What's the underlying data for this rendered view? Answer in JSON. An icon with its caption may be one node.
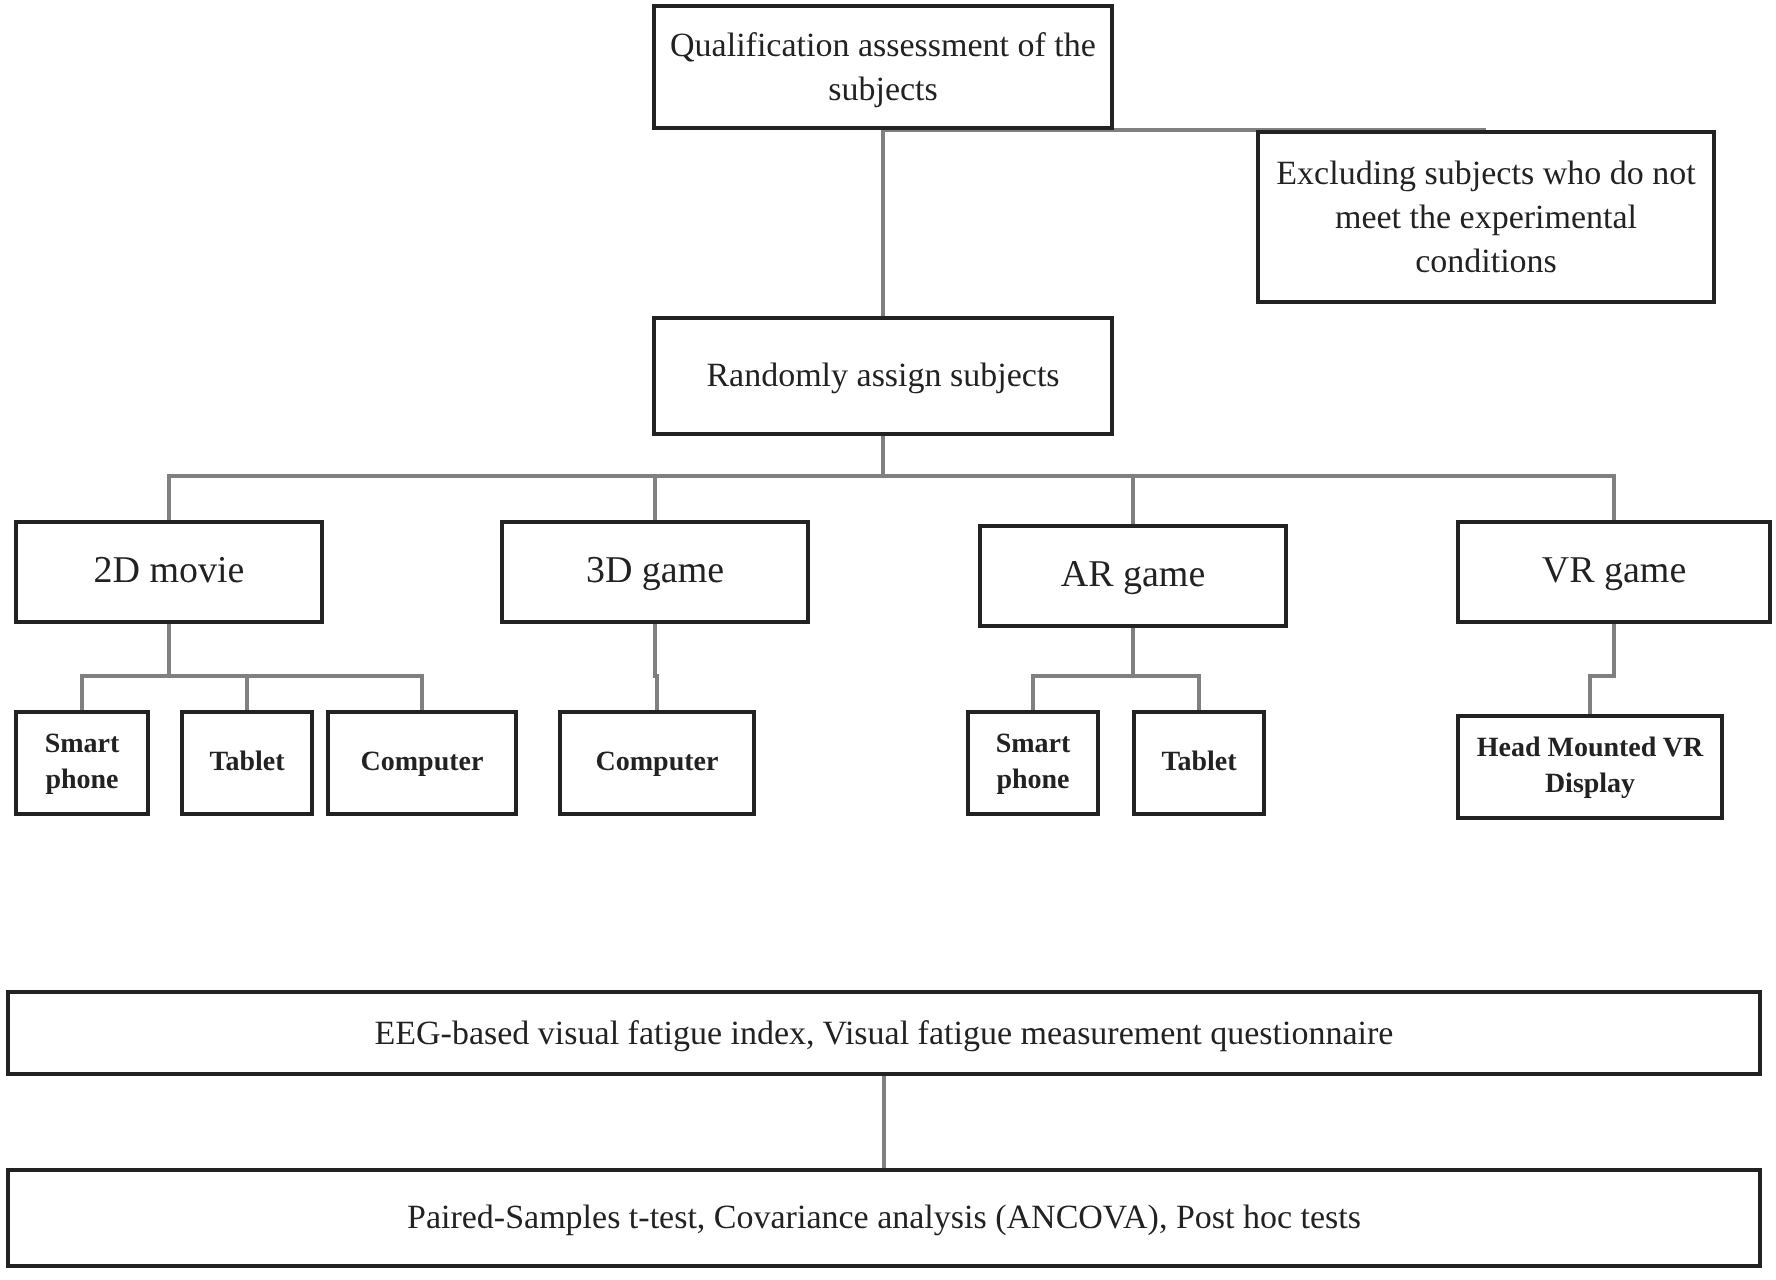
{
  "diagram": {
    "nodes": [
      {
        "text": [
          "Qualification assessment of the subjects"
        ]
      },
      {
        "text": [
          "Excluding subjects who do not meet the experimental conditions"
        ]
      },
      {
        "text": [
          "Randomly assign subjects"
        ]
      },
      {
        "text": [
          "2D movie"
        ]
      },
      {
        "text": [
          "3D game"
        ]
      },
      {
        "text": [
          "AR game"
        ]
      },
      {
        "text": [
          "VR game"
        ]
      },
      {
        "text": [
          "Smart phone"
        ]
      },
      {
        "text": [
          "Tablet"
        ]
      },
      {
        "text": [
          "Computer"
        ]
      },
      {
        "text": [
          "Computer"
        ]
      },
      {
        "text": [
          "Smart phone"
        ]
      },
      {
        "text": [
          "Tablet"
        ]
      },
      {
        "text": [
          "Head Mounted VR Display"
        ]
      },
      {
        "text": [
          "EEG-based visual fatigue index, Visual fatigue measurement questionnaire"
        ]
      },
      {
        "text": [
          "Paired-Samples t-test, Covariance analysis (ANCOVA), Post hoc tests"
        ]
      }
    ],
    "edges": [
      {
        "from": 0,
        "to": 1,
        "arrow": "none"
      },
      {
        "from": 0,
        "to": 2,
        "arrow": "none"
      },
      {
        "from": 2,
        "to": 3,
        "arrow": "none"
      },
      {
        "from": 2,
        "to": 4,
        "arrow": "none"
      },
      {
        "from": 2,
        "to": 5,
        "arrow": "none"
      },
      {
        "from": 2,
        "to": 6,
        "arrow": "none"
      },
      {
        "from": 3,
        "to": 7,
        "arrow": "none"
      },
      {
        "from": 3,
        "to": 8,
        "arrow": "none"
      },
      {
        "from": 3,
        "to": 9,
        "arrow": "none"
      },
      {
        "from": 4,
        "to": 10,
        "arrow": "none"
      },
      {
        "from": 5,
        "to": 11,
        "arrow": "none"
      },
      {
        "from": 5,
        "to": 12,
        "arrow": "none"
      },
      {
        "from": 6,
        "to": 13,
        "arrow": "none"
      },
      {
        "from": 14,
        "to": 15,
        "arrow": "none"
      }
    ]
  }
}
